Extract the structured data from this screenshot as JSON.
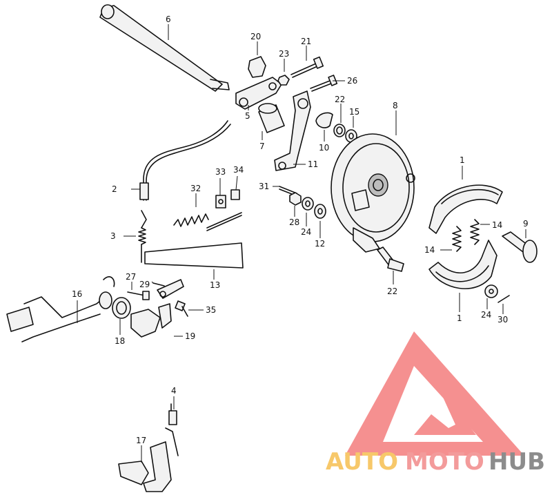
{
  "callouts": {
    "c1a": "1",
    "c1b": "1",
    "c2": "2",
    "c3": "3",
    "c4": "4",
    "c5": "5",
    "c6": "6",
    "c7": "7",
    "c8": "8",
    "c9": "9",
    "c10": "10",
    "c11": "11",
    "c12": "12",
    "c13": "13",
    "c14a": "14",
    "c14b": "14",
    "c15": "15",
    "c16": "16",
    "c17": "17",
    "c18": "18",
    "c19": "19",
    "c20": "20",
    "c21": "21",
    "c22a": "22",
    "c22b": "22",
    "c23": "23",
    "c24a": "24",
    "c24b": "24",
    "c26": "26",
    "c27": "27",
    "c28": "28",
    "c29": "29",
    "c30": "30",
    "c31": "31",
    "c32": "32",
    "c33": "33",
    "c34": "34",
    "c35": "35"
  },
  "watermark": {
    "word_auto": "AUTO",
    "word_moto": "MOTO",
    "word_hub": "HUB",
    "color_auto": "#f7c86a",
    "color_moto": "#f39b9b",
    "color_hub": "#8c8c8c",
    "color_logo": "#f26b6b"
  }
}
